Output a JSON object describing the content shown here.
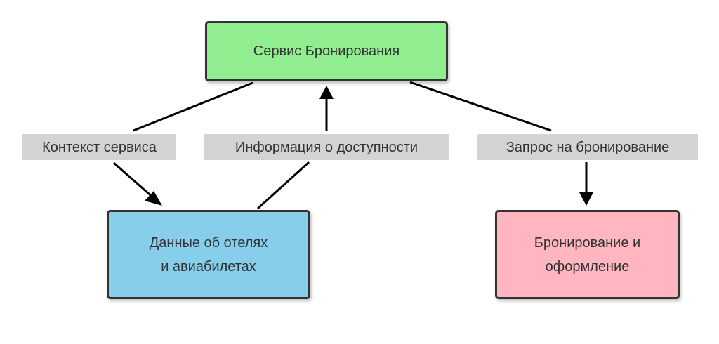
{
  "nodes": {
    "service": {
      "label": "Сервис Бронирования",
      "fill": "#90ee90"
    },
    "hotels": {
      "label": "Данные об отелях\nи авиабилетах",
      "fill": "#87ceeb"
    },
    "booking": {
      "label": "Бронирование и\nоформление",
      "fill": "#ffb6c1"
    }
  },
  "edges": {
    "context": {
      "label": "Контекст сервиса",
      "from": "service",
      "to": "hotels"
    },
    "availability": {
      "label": "Информация о доступности",
      "from": "hotels",
      "to": "service"
    },
    "request": {
      "label": "Запрос на бронирование",
      "from": "service",
      "to": "booking"
    }
  },
  "colors": {
    "edge_stroke": "#000000",
    "label_background": "#d3d3d3",
    "node_border": "#333333"
  }
}
